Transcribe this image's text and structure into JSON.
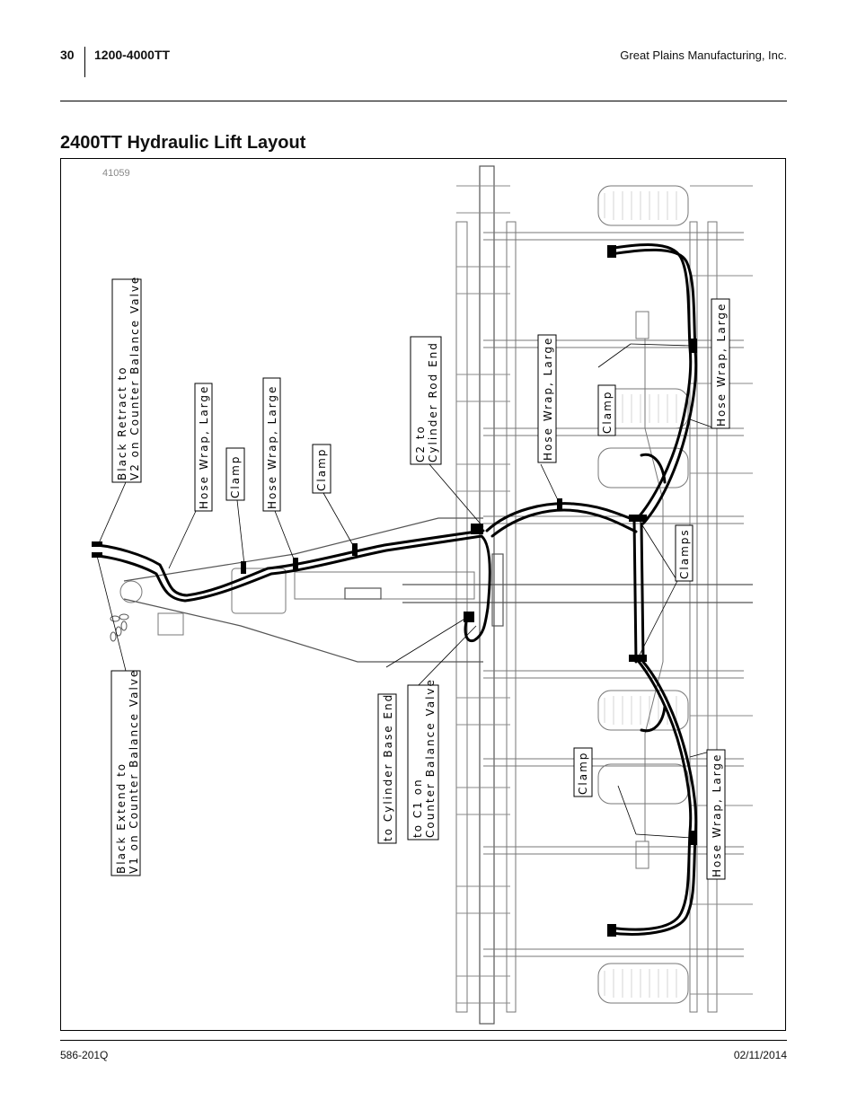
{
  "header": {
    "page_number": "30",
    "model": "1200-4000TT",
    "company": "Great Plains Manufacturing, Inc."
  },
  "title": "2400TT Hydraulic Lift Layout",
  "figure": {
    "figure_number": "41059",
    "callouts": {
      "black_retract_line1": "Black  Retract  to",
      "black_retract_line2": "V2  on  Counter  Balance  Valve",
      "hose_wrap_1": "Hose  Wrap,  Large",
      "clamp_1": "Clamp",
      "hose_wrap_2": "Hose  Wrap,  Large",
      "clamp_2": "Clamp",
      "c2_line1": "C2  to",
      "c2_line2": "Cylinder  Rod  End",
      "hose_wrap_3": "Hose  Wrap,  Large",
      "clamp_3": "Clamp",
      "hose_wrap_4": "Hose  Wrap,  Large",
      "clamps": "Clamps",
      "black_extend_line1": "Black  Extend  to",
      "black_extend_line2": "V1  on  Counter  Balance  Valve",
      "cyl_base": "to  Cylinder  Base  End",
      "c1_line1": "to  C1  on",
      "c1_line2": "Counter  Balance  Valve",
      "clamp_4": "Clamp",
      "hose_wrap_5": "Hose  Wrap,  Large"
    }
  },
  "footer": {
    "doc_number": "586-201Q",
    "date": "02/11/2014"
  }
}
